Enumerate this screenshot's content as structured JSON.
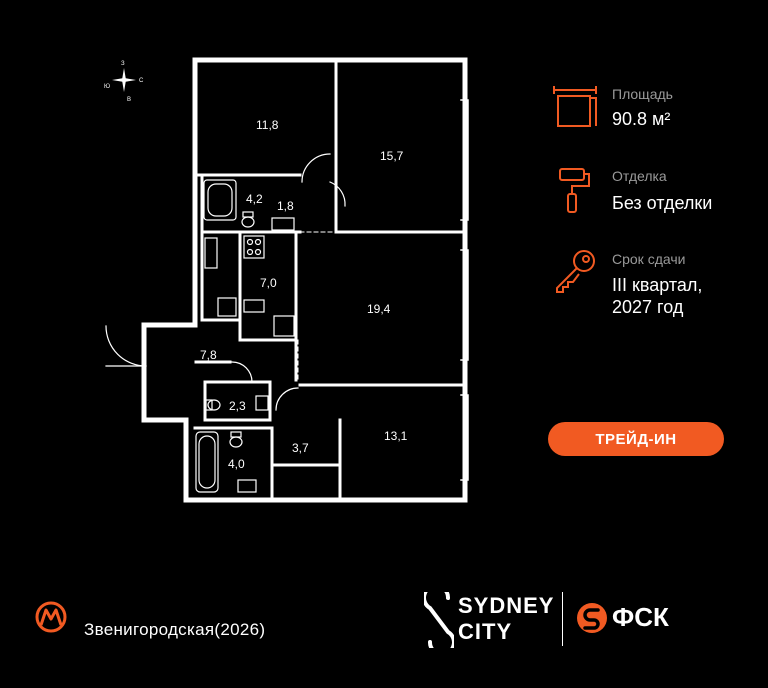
{
  "compass": {
    "n": "З",
    "e": "С",
    "s": "В",
    "w": "Ю"
  },
  "rooms": [
    {
      "id": "room-11-8",
      "area": "11,8"
    },
    {
      "id": "room-15-7",
      "area": "15,7"
    },
    {
      "id": "room-4-2",
      "area": "4,2"
    },
    {
      "id": "room-1-8",
      "area": "1,8"
    },
    {
      "id": "room-7-0",
      "area": "7,0"
    },
    {
      "id": "room-19-4",
      "area": "19,4"
    },
    {
      "id": "room-7-8",
      "area": "7,8"
    },
    {
      "id": "room-2-3",
      "area": "2,3"
    },
    {
      "id": "room-4-0",
      "area": "4,0"
    },
    {
      "id": "room-3-7",
      "area": "3,7"
    },
    {
      "id": "room-13-1",
      "area": "13,1"
    }
  ],
  "info": {
    "area_label": "Площадь",
    "area_value": "90.8 м²",
    "finish_label": "Отделка",
    "finish_value": "Без отделки",
    "deadline_label": "Срок сдачи",
    "deadline_value_1": "III квартал,",
    "deadline_value_2": "2027 год"
  },
  "trade_in_label": "ТРЕЙД-ИН",
  "metro_station": "Звенигородская(2026)",
  "brand": {
    "project_line1": "SYDNEY",
    "project_line2": "CITY",
    "developer": "ФСК"
  },
  "colors": {
    "accent": "#f15a22",
    "background": "#000000"
  }
}
